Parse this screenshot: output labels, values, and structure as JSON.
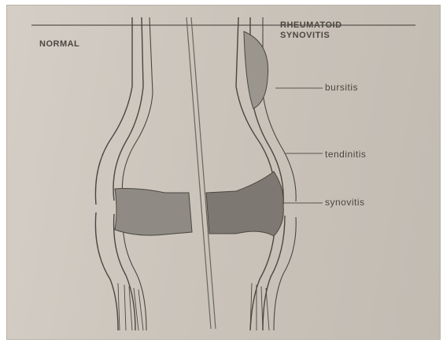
{
  "labels": {
    "normal": "NORMAL",
    "title_line1": "RHEUMATOID",
    "title_line2": "SYNOVITIS",
    "bursitis": "bursitis",
    "tendinitis": "tendinitis",
    "synovitis": "synovitis"
  },
  "colors": {
    "paper": "#cbc4bb",
    "ink": "#4a4640",
    "tissue": "#8f8b84",
    "bone": "#e4dfd8"
  }
}
